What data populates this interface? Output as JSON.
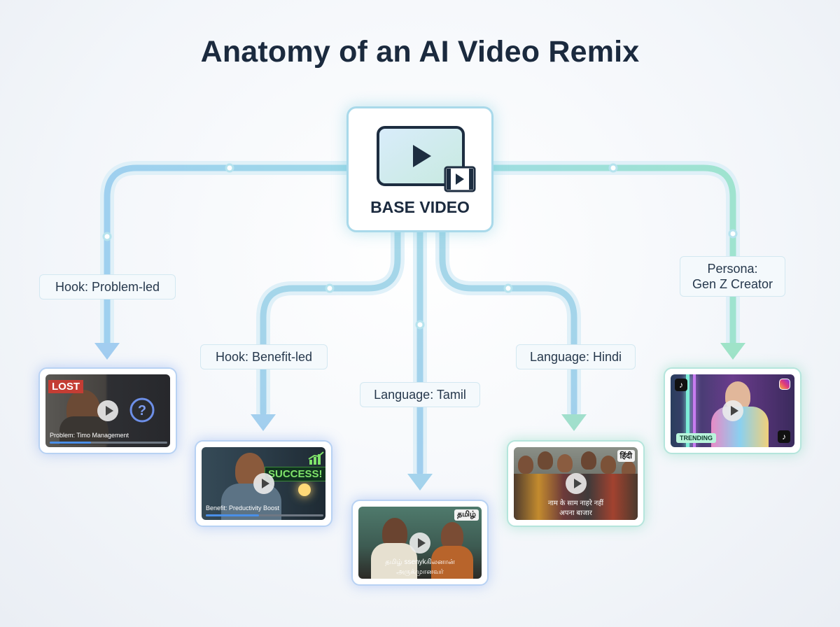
{
  "title": "Anatomy of an AI Video Remix",
  "base": {
    "label": "BASE VIDEO",
    "icon": "video-play-icon"
  },
  "branches": [
    {
      "label": "Hook: Problem-led",
      "badge": "LOST",
      "caption": "Problem: Timo Management",
      "progress": 0.35
    },
    {
      "label": "Hook: Benefit-led",
      "badge": "SUCCESS!",
      "caption": "Benefit: Preductivity Boost",
      "progress": 0.45
    },
    {
      "label": "Language: Tamil",
      "badge": "தமிழ்",
      "caption_line1": "தமிழ் ssenykகிலனான்",
      "caption_line2": "அருக்முானவர்"
    },
    {
      "label": "Language: Hindi",
      "badge": "हिंदी",
      "caption_line1": "नाम के साम नाहरे नहीं",
      "caption_line2": "अपना बाजार"
    },
    {
      "label_line1": "Persona:",
      "label_line2": "Gen Z Creator",
      "badge": "TRENDING"
    }
  ],
  "colors": {
    "blue": "#8fc4ef",
    "teal": "#8ee0c4",
    "dark": "#1b2a3e"
  }
}
